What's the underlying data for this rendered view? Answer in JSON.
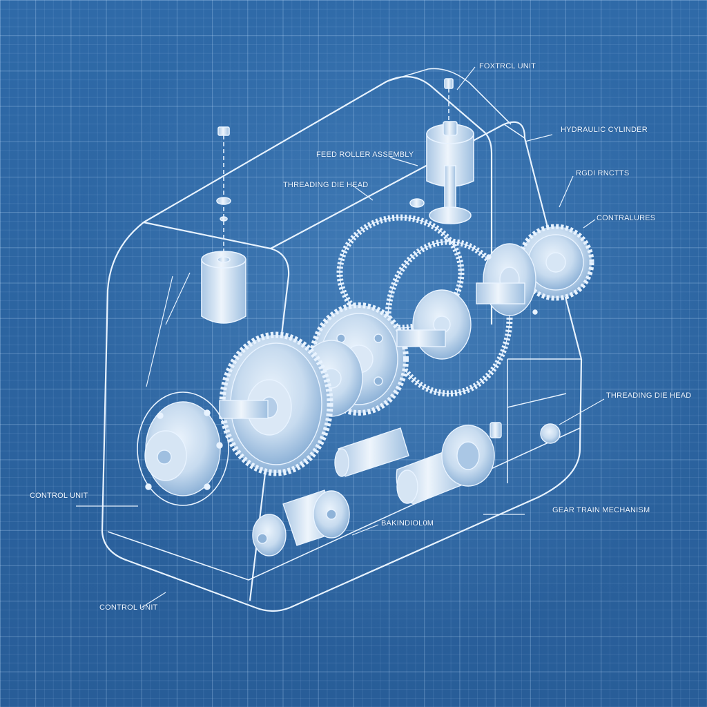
{
  "labels": {
    "control_unit_top": "FOXTRCL UNIT",
    "hydraulic_cylinder": "HYDRAULIC CYLINDER",
    "feed_roller_assembly": "FEED ROLLER ASSEMBLY",
    "threading_die_head_top": "THREADING DIE HEAD",
    "rod_inserts": "RGDI RNCTTS",
    "contralures": "CONTRALURES",
    "threading_die_head_right": "THREADING DIE HEAD",
    "control_unit_left": "CONTROL UNIT",
    "gear_train_mechanism": "GEAR TRAIN MECHANISM",
    "bearing_block": "BAKINDIOL0M",
    "control_unit_bottom": "CONTROL UNIT"
  },
  "colors": {
    "background": "#2c64a0",
    "line": "#e8f3ff",
    "fill_light": "#c9dcf0"
  }
}
